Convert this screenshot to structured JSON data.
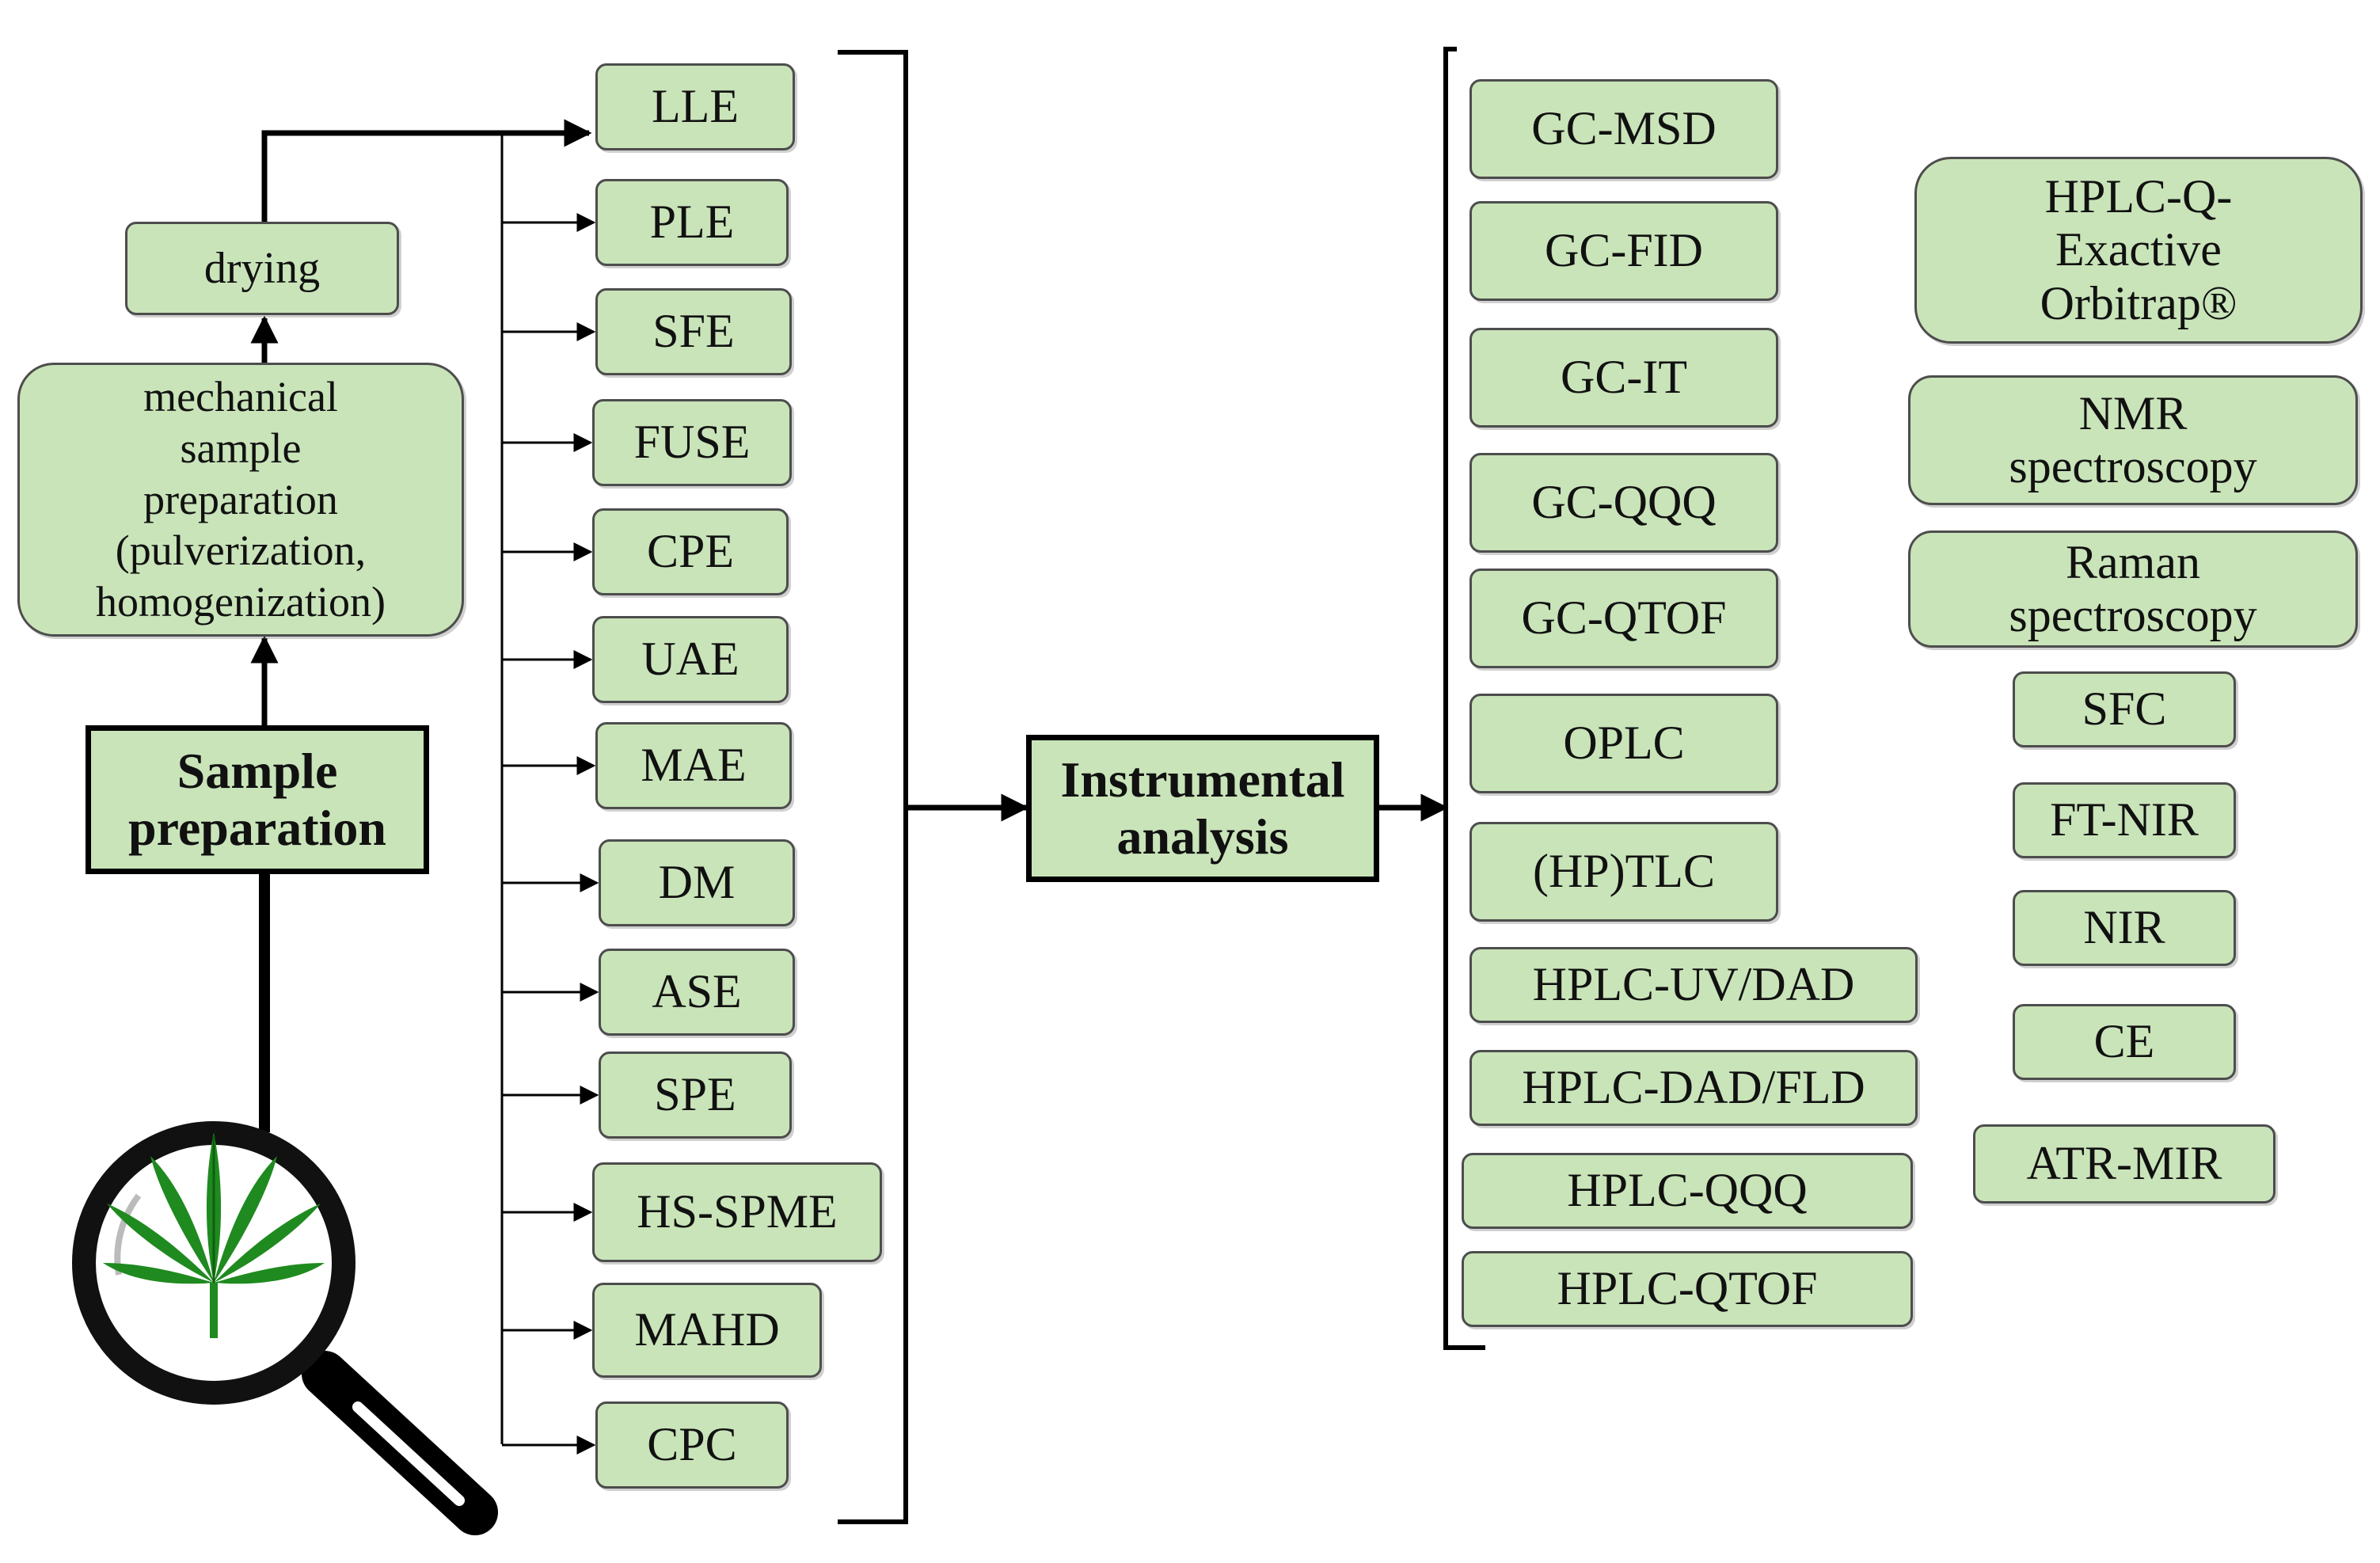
{
  "left": {
    "sample_preparation": "Sample\npreparation",
    "mechanical": "mechanical\nsample\npreparation\n(pulverization,\nhomogenization)",
    "drying": "drying",
    "logo": "cannabis-magnifier"
  },
  "extraction_methods": [
    "LLE",
    "PLE",
    "SFE",
    "FUSE",
    "CPE",
    "UAE",
    "MAE",
    "DM",
    "ASE",
    "SPE",
    "HS-SPME",
    "MAHD",
    "CPC"
  ],
  "center": {
    "instrumental": "Instrumental\nanalysis"
  },
  "instruments_col1": [
    "GC-MSD",
    "GC-FID",
    "GC-IT",
    "GC-QQQ",
    "GC-QTOF",
    "OPLC",
    "(HP)TLC",
    "HPLC-UV/DAD",
    "HPLC-DAD/FLD",
    "HPLC-QQQ",
    "HPLC-QTOF"
  ],
  "instruments_col2": [
    "HPLC-Q-\nExactive\nOrbitrap®",
    "NMR\nspectroscopy",
    "Raman\nspectroscopy",
    "SFC",
    "FT-NIR",
    "NIR",
    "CE",
    "ATR-MIR"
  ],
  "colors": {
    "box_fill": "#c9e4b9",
    "box_border": "#4d4d4d",
    "leaf": "#1f8a1f",
    "leaf_dark": "#0f5f0f",
    "lens_ring": "#111111"
  }
}
